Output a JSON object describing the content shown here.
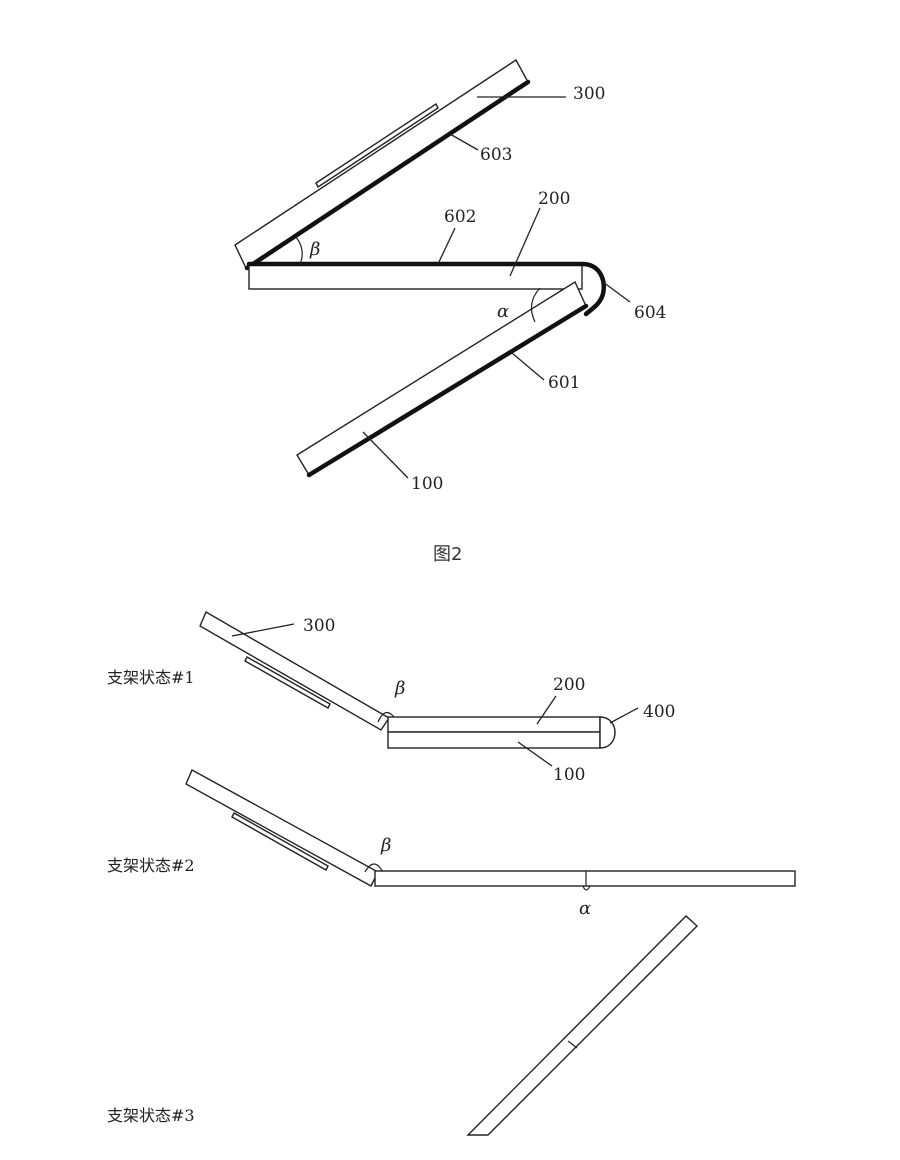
{
  "figure2": {
    "labels": {
      "part_300": "300",
      "part_603": "603",
      "part_602": "602",
      "part_200": "200",
      "part_604": "604",
      "part_601": "601",
      "part_100": "100",
      "angle_beta": "β",
      "angle_alpha": "α"
    },
    "caption": "图2"
  },
  "figure3": {
    "state1": {
      "title": "支架状态#1",
      "part_300": "300",
      "part_200": "200",
      "part_400": "400",
      "part_100": "100",
      "angle_beta": "β"
    },
    "state2": {
      "title": "支架状态#2",
      "angle_beta": "β",
      "angle_alpha": "α"
    },
    "state3": {
      "title": "支架状态#3"
    }
  }
}
